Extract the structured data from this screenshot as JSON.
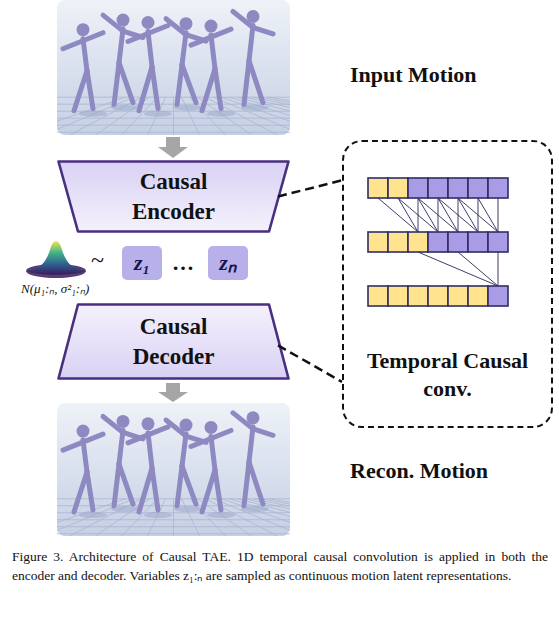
{
  "diagram": {
    "caption": "Figure 3. Architecture of Causal TAE. 1D temporal causal convolution is applied in both the encoder and decoder. Variables z₁:ₙ are sampled as continuous motion latent representations.",
    "nodes": [
      {
        "text": [
          "Causal Encoder"
        ]
      },
      {
        "text": [
          "z₁"
        ]
      },
      {
        "text": [
          "zₙ"
        ]
      },
      {
        "text": [
          "Causal Decoder"
        ]
      },
      {
        "text": [
          "Temporal Causal conv."
        ]
      }
    ],
    "edges": [
      {
        "from": 0,
        "to": 4,
        "arrow": "none"
      },
      {
        "from": 3,
        "to": 4,
        "arrow": "none"
      }
    ],
    "labels": [
      "Input Motion",
      "~",
      "…",
      "N(μ₁:ₙ, σ²₁:ₙ)",
      "Recon. Motion"
    ]
  }
}
